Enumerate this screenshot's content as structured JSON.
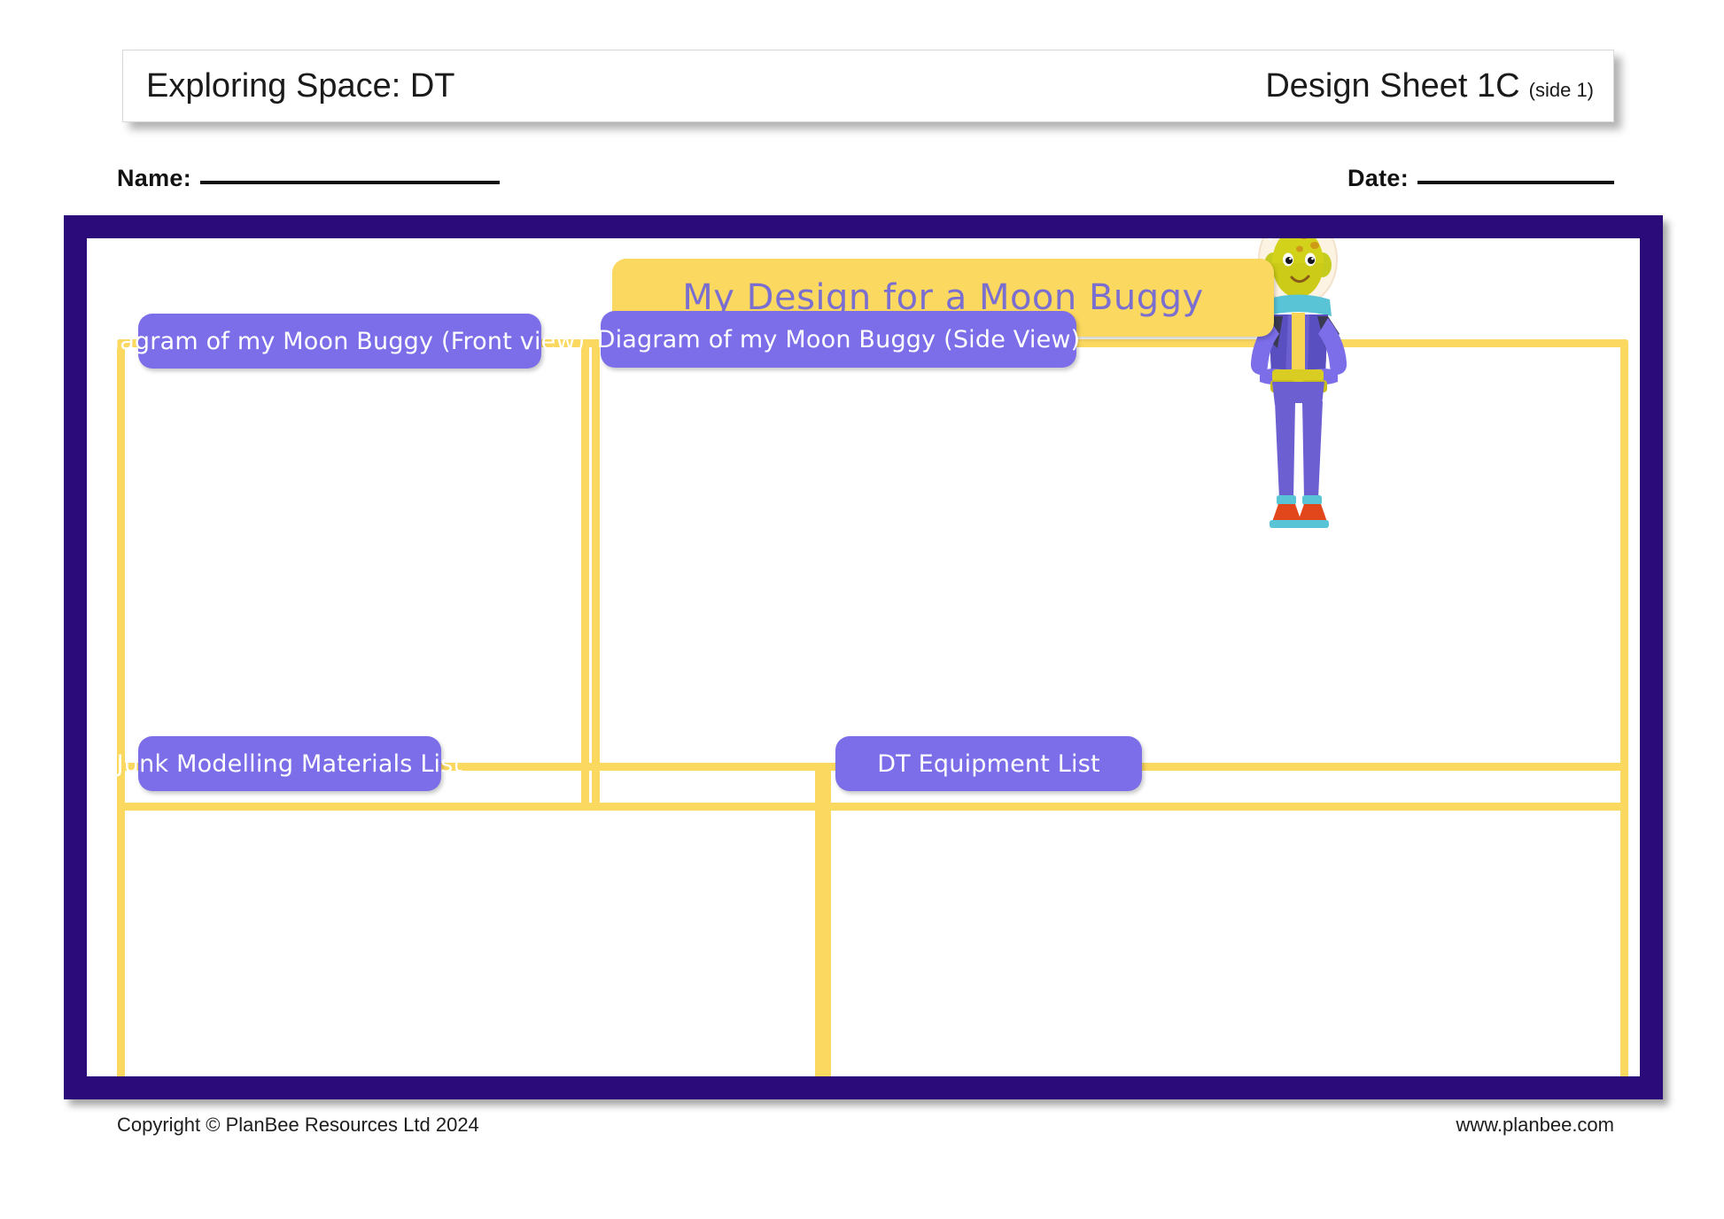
{
  "header": {
    "title": "Exploring Space: DT",
    "sheet_label": "Design Sheet 1C",
    "side_label": "(side 1)"
  },
  "namedate": {
    "name_label": "Name:",
    "date_label": "Date:"
  },
  "sheet": {
    "banner_title": "My Design for a Moon Buggy",
    "boxes": [
      {
        "key": "front",
        "label": "Diagram of my Moon Buggy (Front view)"
      },
      {
        "key": "side",
        "label": "Diagram of my Moon Buggy (Side View)"
      },
      {
        "key": "junk",
        "label": "Junk Modelling Materials List"
      },
      {
        "key": "equip",
        "label": "DT Equipment List"
      }
    ],
    "illustration": "alien-astronaut-illustration"
  },
  "footer": {
    "copyright": "Copyright © PlanBee Resources Ltd 2024",
    "website": "www.planbee.com"
  },
  "colors": {
    "frame_navy": "#2b0b7a",
    "banner_yellow": "#fbd85f",
    "pill_purple": "#7b6ee8",
    "banner_text_purple": "#7a6fd0",
    "box_yellow": "#fbd85f"
  }
}
